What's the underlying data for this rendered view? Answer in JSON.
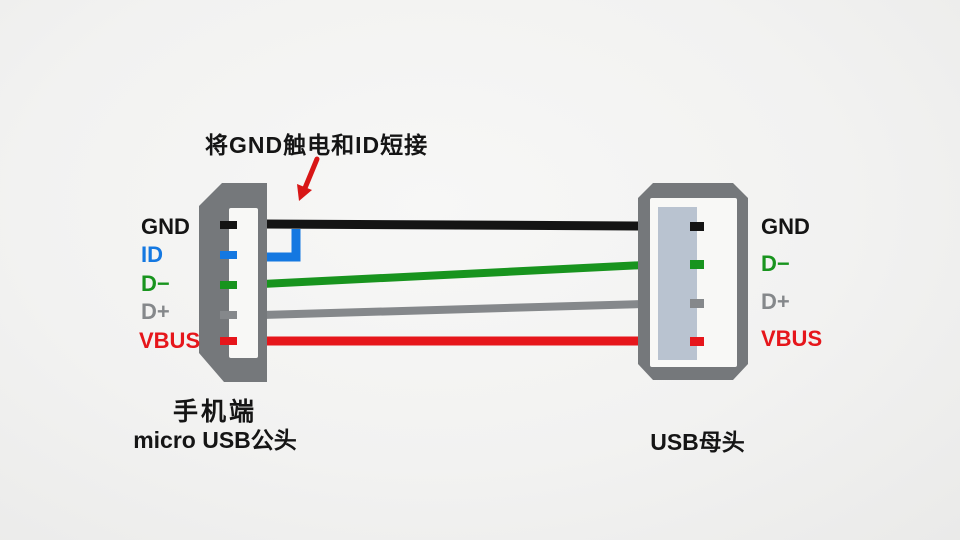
{
  "annotation": {
    "text": "将GND触电和ID短接"
  },
  "colors": {
    "background": "#f2f2f1",
    "connector_body": "#75787b",
    "slot": "#f8f8f6",
    "tongue": "#b9c3d0",
    "arrow_red": "#d81616"
  },
  "left_connector": {
    "caption_line1": "手机端",
    "caption_line2": "micro USB公头",
    "pins": [
      {
        "label": "GND",
        "color": "#141414"
      },
      {
        "label": "ID",
        "color": "#1478e1"
      },
      {
        "label": "D−",
        "color": "#18941e"
      },
      {
        "label": "D+",
        "color": "#85888b"
      },
      {
        "label": "VBUS",
        "color": "#e6161b"
      }
    ]
  },
  "right_connector": {
    "caption": "USB母头",
    "pins": [
      {
        "label": "GND",
        "color": "#141414"
      },
      {
        "label": "D−",
        "color": "#18941e"
      },
      {
        "label": "D+",
        "color": "#85888b"
      },
      {
        "label": "VBUS",
        "color": "#e6161b"
      }
    ]
  },
  "wires": [
    {
      "name": "GND",
      "color": "#141414"
    },
    {
      "name": "ID-to-GND jumper",
      "color": "#1478e1"
    },
    {
      "name": "D−",
      "color": "#18941e"
    },
    {
      "name": "D+",
      "color": "#85888b"
    },
    {
      "name": "VBUS",
      "color": "#e6161b"
    }
  ]
}
